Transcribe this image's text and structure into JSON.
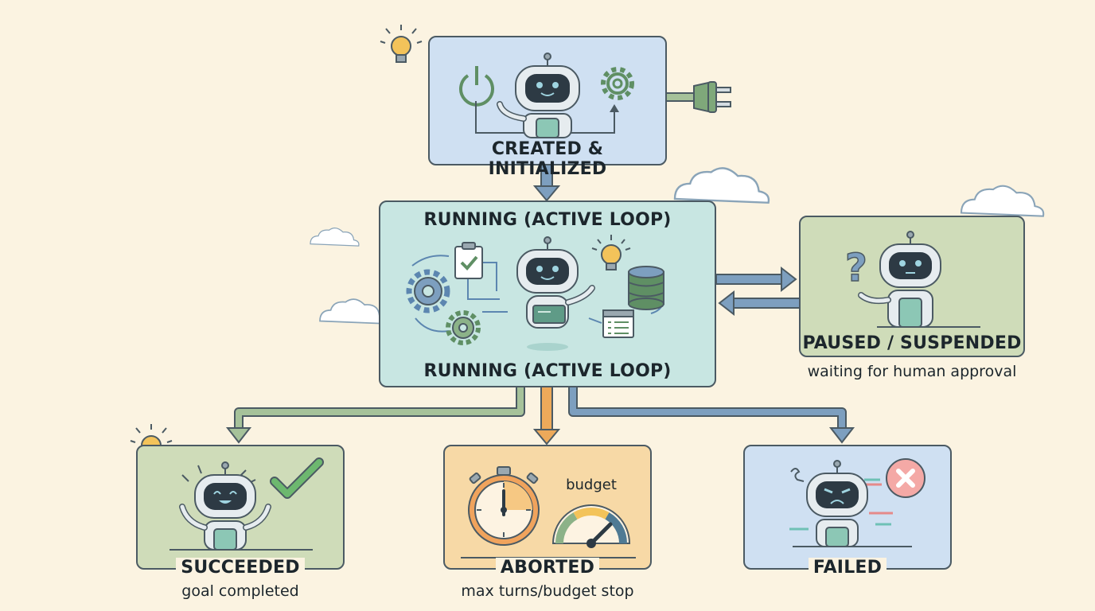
{
  "diagram": {
    "colors": {
      "background": "#fbf3e1",
      "created": "#cfe0f2",
      "running": "#c8e6e2",
      "paused": "#cfdcb9",
      "succeeded": "#cfdcb9",
      "aborted": "#f7d9a6",
      "failed": "#cfe0f2",
      "arrow_blue": "#7d9fbf",
      "arrow_green": "#a6c29a",
      "arrow_orange": "#eda95a"
    },
    "states": {
      "created": {
        "label": "CREATED & INITIALIZED"
      },
      "running": {
        "label_top": "RUNNING (ACTIVE LOOP)",
        "label_bottom": "RUNNING (ACTIVE LOOP)"
      },
      "paused": {
        "label": "PAUSED / SUSPENDED",
        "caption": "waiting for human approval"
      },
      "succeeded": {
        "label": "SUCCEEDED",
        "caption": "goal completed"
      },
      "aborted": {
        "label": "ABORTED",
        "caption": "max turns/budget stop",
        "gauge_label": "budget"
      },
      "failed": {
        "label": "FAILED"
      }
    },
    "icons": [
      "power-icon",
      "gear-icon",
      "plug-icon",
      "lightbulb-icon",
      "cloud-icon",
      "clipboard-check-icon",
      "database-icon",
      "file-list-icon",
      "question-mark-icon",
      "checkmark-icon",
      "stopwatch-icon",
      "gauge-icon",
      "error-x-icon",
      "robot-icon"
    ]
  }
}
